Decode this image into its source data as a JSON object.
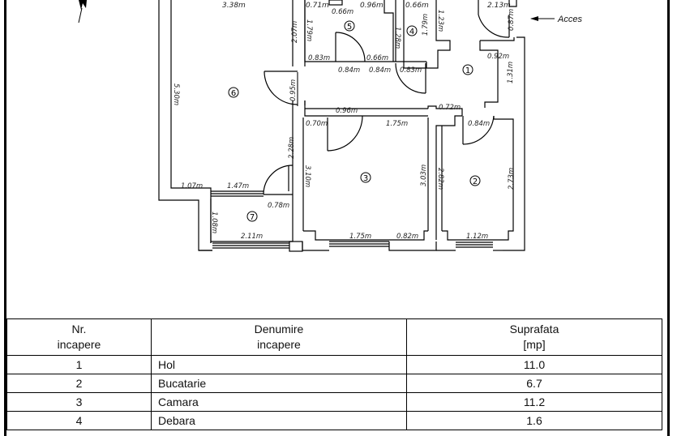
{
  "plan": {
    "compass": "N",
    "access_label": "Acces",
    "rooms": [
      {
        "num": "1",
        "label": "①"
      },
      {
        "num": "2",
        "label": "②"
      },
      {
        "num": "3",
        "label": "③"
      },
      {
        "num": "4",
        "label": "④"
      },
      {
        "num": "5",
        "label": "⑤"
      },
      {
        "num": "6",
        "label": "⑥"
      },
      {
        "num": "7",
        "label": "⑦"
      }
    ],
    "dimensions": {
      "d_338": "3.38m",
      "d_071": "0.71m",
      "d_096_top": "0.96m",
      "d_066_top": "0.66m",
      "d_066_a": "0.66m",
      "d_213": "2.13m",
      "d_087": "0.87m",
      "d_123": "1.23m",
      "d_179_r4": "1.79m",
      "d_128": "1.28m",
      "d_179_r5": "1.79m",
      "d_207": "2.07m",
      "d_083_a": "0.83m",
      "d_066_b": "0.66m",
      "d_084_a": "0.84m",
      "d_084_b": "0.84m",
      "d_083_b": "0.83m",
      "d_092": "0.92m",
      "d_131": "1.31m",
      "d_530": "5.30m",
      "d_095": "0.95m",
      "d_096_mid": "0.96m",
      "d_072": "0.72m",
      "d_070": "0.70m",
      "d_175_top": "1.75m",
      "d_084_c": "0.84m",
      "d_228": "2.28m",
      "d_310": "3.10m",
      "d_303": "3.03m",
      "d_282": "2.82m",
      "d_273": "2.73m",
      "d_107": "1.07m",
      "d_147": "1.47m",
      "d_078": "0.78m",
      "d_108": "1.08m",
      "d_211": "2.11m",
      "d_175_bot": "1.75m",
      "d_082": "0.82m",
      "d_112": "1.12m"
    }
  },
  "table": {
    "headers": {
      "nr_line1": "Nr.",
      "nr_line2": "incapere",
      "name_line1": "Denumire",
      "name_line2": "incapere",
      "area_line1": "Suprafata",
      "area_line2": "[mp]"
    },
    "rows": [
      {
        "nr": "1",
        "name": "Hol",
        "area": "11.0"
      },
      {
        "nr": "2",
        "name": "Bucatarie",
        "area": "6.7"
      },
      {
        "nr": "3",
        "name": "Camara",
        "area": "11.2"
      },
      {
        "nr": "4",
        "name": "Debara",
        "area": "1.6"
      }
    ]
  }
}
